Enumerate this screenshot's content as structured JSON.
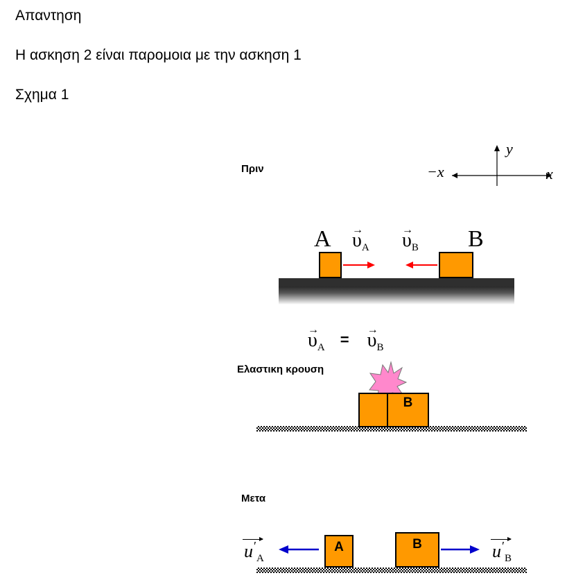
{
  "text": {
    "answer_heading": "Απαντηση",
    "statement": "Η ασκηση 2 είναι παρομοια με την ασκηση 1",
    "figure_caption": "Σχημα 1"
  },
  "figure": {
    "before_label": "Πριν",
    "collision_label": "Ελαστικη κρουση",
    "after_label": "Μετα",
    "axes": {
      "neg_x": "−x",
      "x": "x",
      "y": "y"
    },
    "block_a_letter": "A",
    "block_b_letter": "B",
    "velocity_symbol": "υ",
    "velocity_a_sub": "A",
    "velocity_b_sub": "B",
    "equals": "=",
    "block_b_mark": "B",
    "after_block_a_mark": "A",
    "after_block_b_mark": "B",
    "after_symbol": "u",
    "prime": "′",
    "after_a_sub": "A",
    "after_b_sub": "B",
    "colors": {
      "block": "#ff9900",
      "arrow_before": "#ff0000",
      "arrow_after": "#0000cc",
      "burst": "#ff88cc"
    }
  }
}
